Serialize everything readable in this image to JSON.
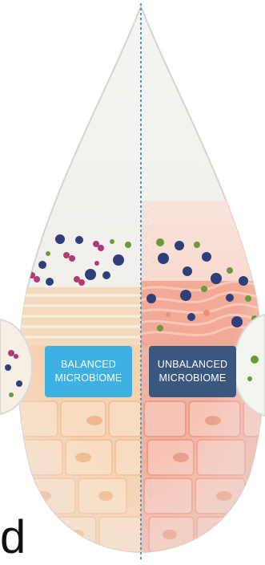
{
  "labels": {
    "balanced_line1": "BALANCED",
    "balanced_line2": "MICROBIOME",
    "unbalanced_line1": "UNBALANCED",
    "unbalanced_line2": "MICROBIOME"
  },
  "edge_text": "d",
  "colors": {
    "balanced_label": "#3fb0e3",
    "unbalanced_label": "#3a577f",
    "bacteria_navy": "#2f3f7a",
    "bacteria_magenta": "#b03a78",
    "bacteria_green": "#6a9a3c",
    "divider": "#3f9fd8"
  }
}
